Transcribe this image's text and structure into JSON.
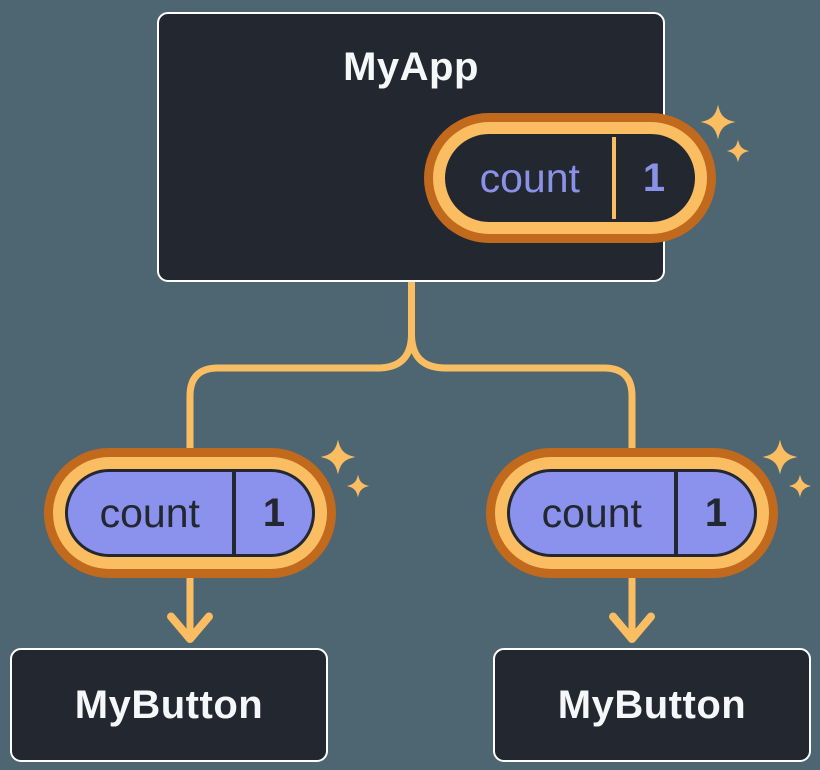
{
  "palette": {
    "background": "#4D6671",
    "node_fill": "#23272F",
    "node_border": "#FFFFFF",
    "node_text": "#F6F7F9",
    "connector_orange": "#FABD62",
    "pill_ring_outer_orange": "#C1691C",
    "pill_ring_inner_orange": "#FABD62",
    "pill_outline_dark": "#23272F",
    "state_highlight_purple": "#8B92EE",
    "state_text_periwinkle": "#8A92E8",
    "state_text_dark": "#23272F"
  },
  "icons": {
    "sparkles": "two four-point stars (state-just-updated glow)",
    "arrow_down": "open chevron arrowhead on vertical connector"
  },
  "tree": {
    "root": {
      "label": "MyApp",
      "state": {
        "key": "count",
        "value": "1"
      }
    },
    "children": [
      {
        "label": "MyButton",
        "state": {
          "key": "count",
          "value": "1"
        }
      },
      {
        "label": "MyButton",
        "state": {
          "key": "count",
          "value": "1"
        }
      }
    ]
  }
}
